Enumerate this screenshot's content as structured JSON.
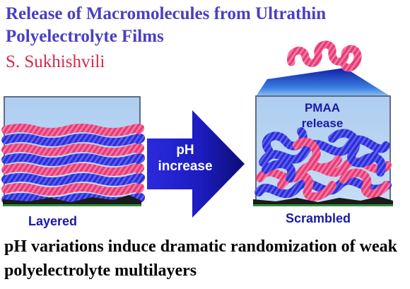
{
  "title": "Release of Macromolecules from Ultrathin Polyelectrolyte Films",
  "author": "S. Sukhishvili",
  "arrow_label_line1": "pH",
  "arrow_label_line2": "increase",
  "release_label_line1": "PMAA",
  "release_label_line2": "release",
  "left_label": "Layered",
  "right_label": "Scrambled",
  "caption": "pH variations induce dramatic randomization of weak polyelectrolyte multilayers",
  "colors": {
    "title": "#4a3fc2",
    "author": "#d5294e",
    "water": "#b4d2f0",
    "blue_chain": "#2d2ed6",
    "pink_chain": "#e83c78",
    "arrow": "#2222cc",
    "label": "#1a1aa6",
    "substrate_green": "#2f8a38"
  }
}
